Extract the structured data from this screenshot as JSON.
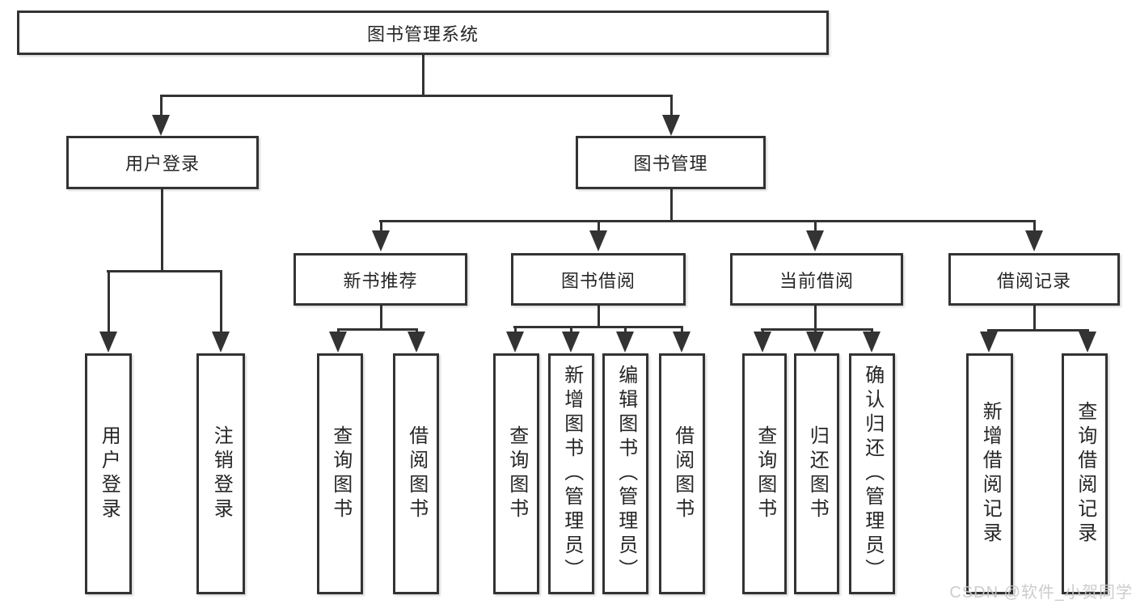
{
  "tree": {
    "label": "图书管理系统",
    "children": [
      {
        "label": "用户登录",
        "children": [
          {
            "label": "用户登录"
          },
          {
            "label": "注销登录"
          }
        ]
      },
      {
        "label": "图书管理",
        "children": [
          {
            "label": "新书推荐",
            "children": [
              {
                "label": "查询图书"
              },
              {
                "label": "借阅图书"
              }
            ]
          },
          {
            "label": "图书借阅",
            "children": [
              {
                "label": "查询图书"
              },
              {
                "label": "新增图书（管理员）"
              },
              {
                "label": "编辑图书（管理员）"
              },
              {
                "label": "借阅图书"
              }
            ]
          },
          {
            "label": "当前借阅",
            "children": [
              {
                "label": "查询图书"
              },
              {
                "label": "归还图书"
              },
              {
                "label": "确认归还（管理员）"
              }
            ]
          },
          {
            "label": "借阅记录",
            "children": [
              {
                "label": "新增借阅记录"
              },
              {
                "label": "查询借阅记录"
              }
            ]
          }
        ]
      }
    ]
  },
  "watermark": {
    "text": "CSDN @软件_小贺同学"
  },
  "colors": {
    "line": "#333333",
    "text": "#262626",
    "background": "#ffffff",
    "watermark": "#c8c8c8"
  }
}
